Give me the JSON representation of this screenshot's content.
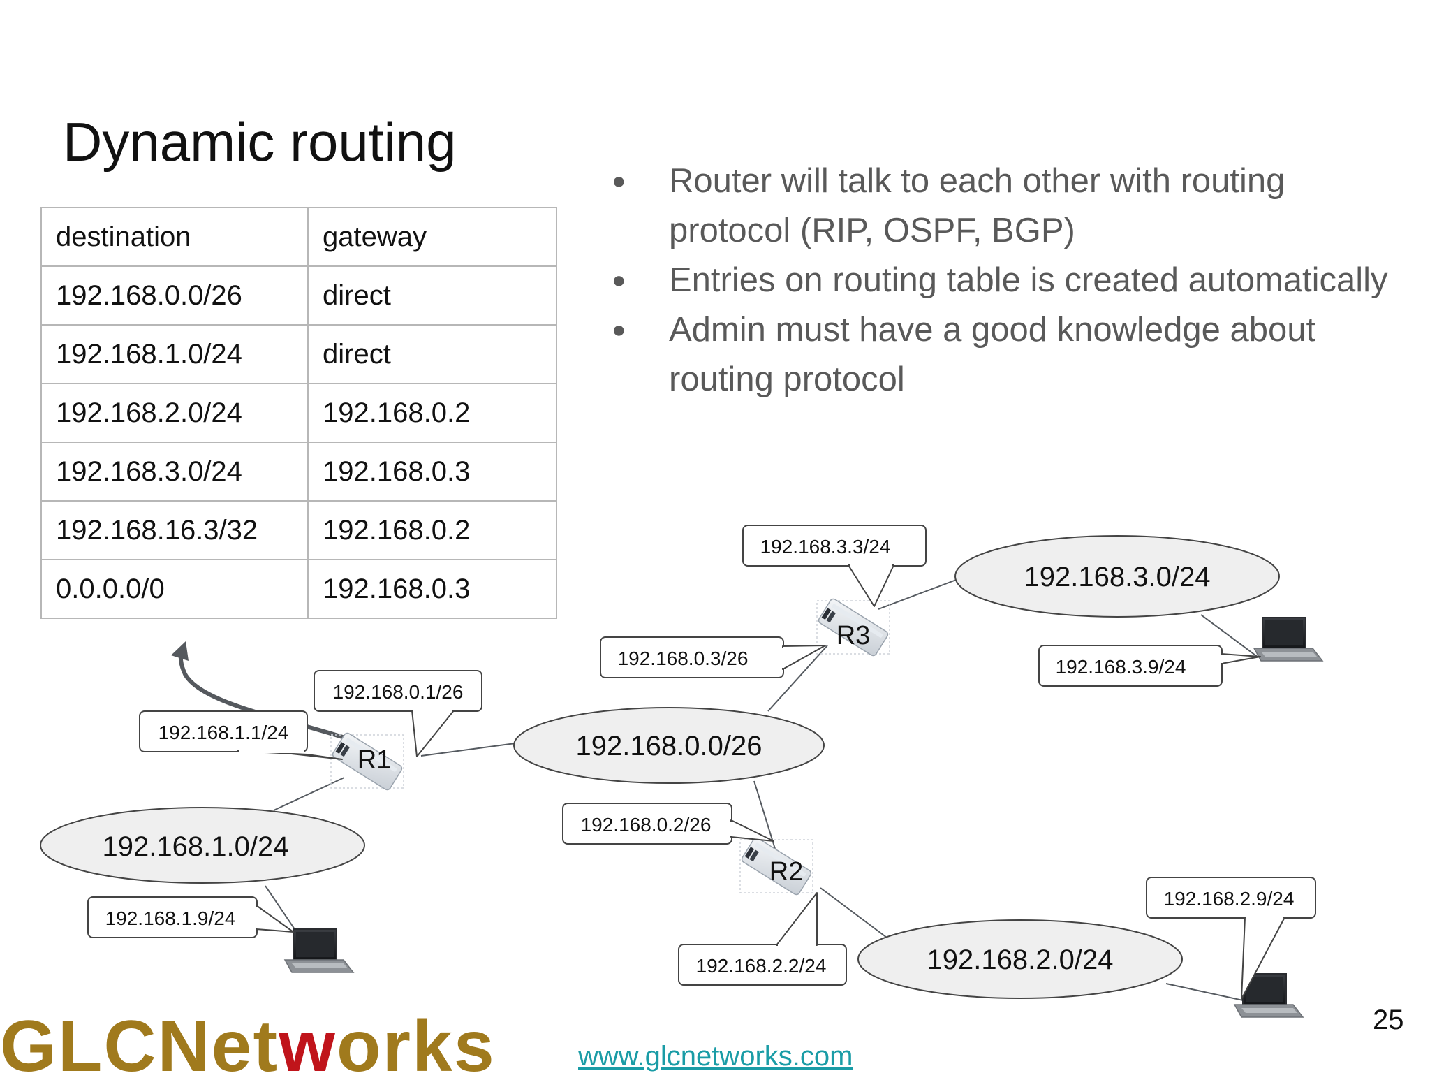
{
  "title": "Dynamic routing",
  "routing_table": {
    "header": [
      "destination",
      "gateway"
    ],
    "rows": [
      [
        "192.168.0.0/26",
        "direct"
      ],
      [
        "192.168.1.0/24",
        "direct"
      ],
      [
        "192.168.2.0/24",
        "192.168.0.2"
      ],
      [
        "192.168.3.0/24",
        "192.168.0.3"
      ],
      [
        "192.168.16.3/32",
        "192.168.0.2"
      ],
      [
        "0.0.0.0/0",
        "192.168.0.3"
      ]
    ]
  },
  "bullets": [
    "Router will talk to each other with routing protocol (RIP, OSPF, BGP)",
    "Entries on routing table is created automatically",
    "Admin must have a good knowledge about routing protocol"
  ],
  "diagram": {
    "routers": {
      "r1": "R1",
      "r2": "R2",
      "r3": "R3"
    },
    "networks": {
      "n0": "192.168.0.0/26",
      "n1": "192.168.1.0/24",
      "n2": "192.168.2.0/24",
      "n3": "192.168.3.0/24"
    },
    "callouts": {
      "r1_lan1": "192.168.1.1/24",
      "r1_lan0": "192.168.0.1/26",
      "r3_lan3": "192.168.3.3/24",
      "r3_lan0": "192.168.0.3/26",
      "r2_lan0": "192.168.0.2/26",
      "r2_lan2": "192.168.2.2/24",
      "pc1": "192.168.1.9/24",
      "pc3": "192.168.3.9/24",
      "pc2": "192.168.2.9/24"
    }
  },
  "footer": {
    "logo_main": "GLCNet",
    "logo_w": "w",
    "logo_end": "orks",
    "url": "www.glcnetworks.com",
    "page_number": "25"
  }
}
